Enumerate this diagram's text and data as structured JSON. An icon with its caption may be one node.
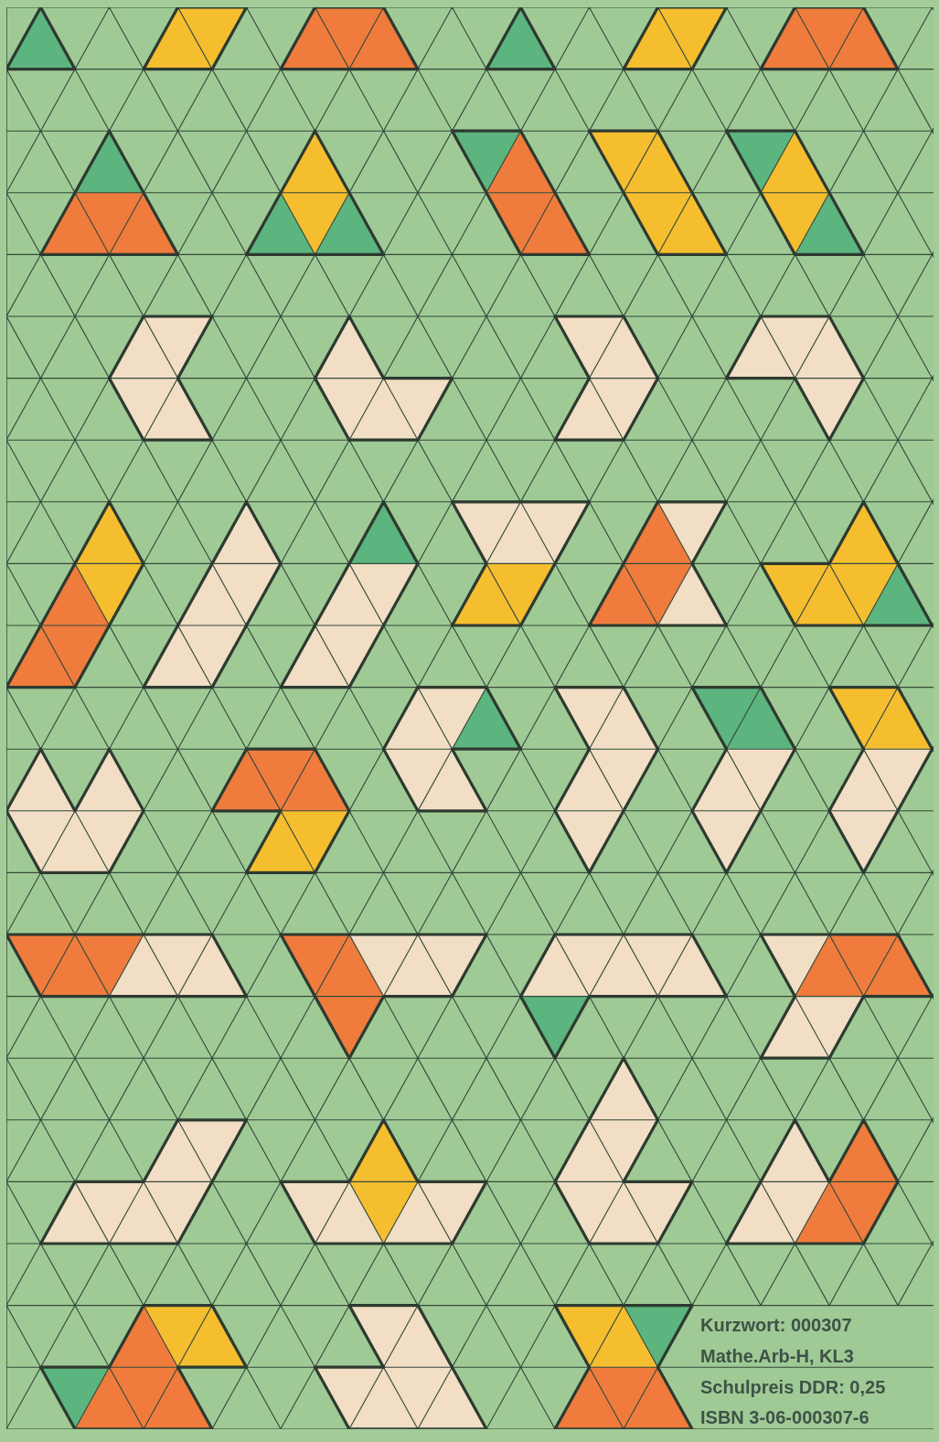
{
  "diagram": {
    "labels": [
      "Kurzwort: 000307",
      "Mathe.Arb-H, KL3",
      "Schulpreis DDR: 0,25",
      "ISBN 3-06-000307-6"
    ]
  }
}
